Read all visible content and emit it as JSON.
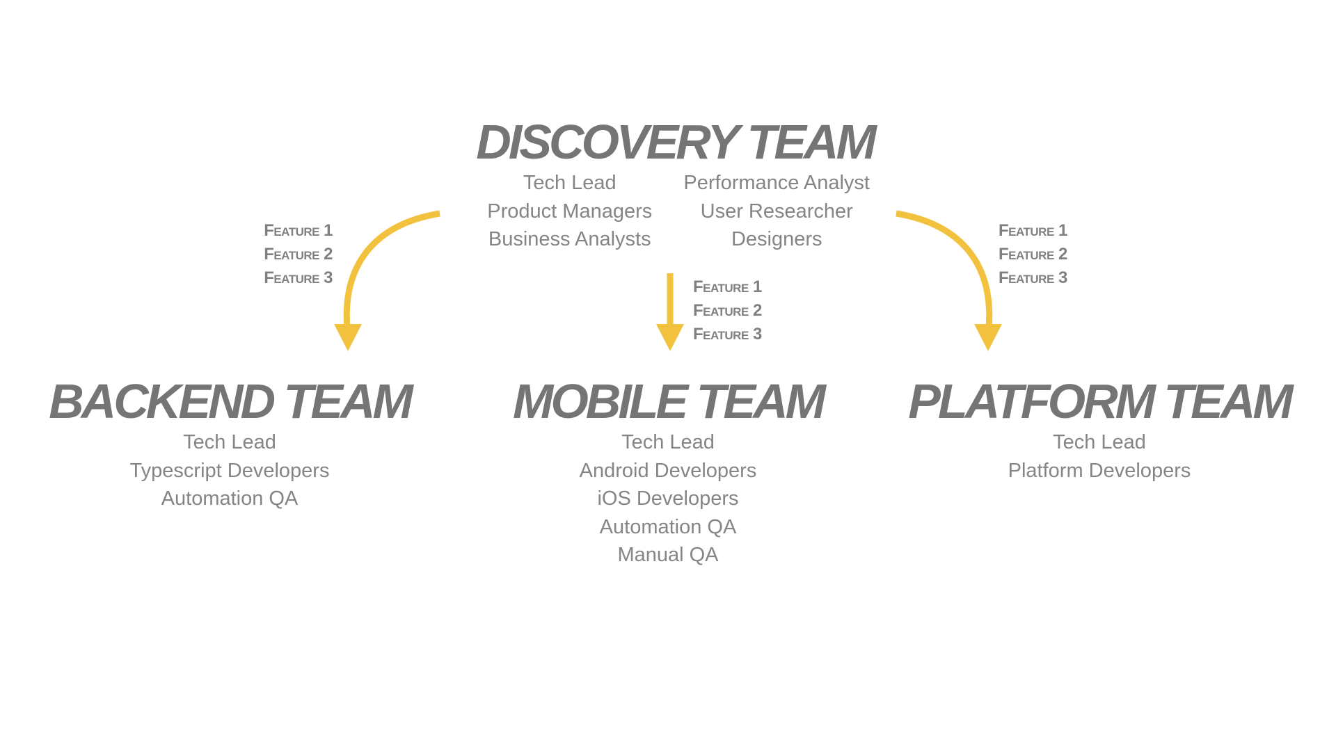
{
  "colors": {
    "arrow": "#F2C23E",
    "title": "#757575",
    "text": "#858585"
  },
  "discovery": {
    "title": "DISCOVERY TEAM",
    "roles_left": [
      "Tech Lead",
      "Product Managers",
      "Business Analysts"
    ],
    "roles_right": [
      "Performance Analyst",
      "User Researcher",
      "Designers"
    ]
  },
  "backend": {
    "title": "BACKEND TEAM",
    "roles": [
      "Tech Lead",
      "Typescript Developers",
      "Automation QA"
    ]
  },
  "mobile": {
    "title": "MOBILE TEAM",
    "roles": [
      "Tech Lead",
      "Android Developers",
      "iOS Developers",
      "Automation QA",
      "Manual QA"
    ]
  },
  "platform": {
    "title": "PLATFORM TEAM",
    "roles": [
      "Tech Lead",
      "Platform Developers"
    ]
  },
  "features_left": [
    "Feature 1",
    "Feature 2",
    "Feature 3"
  ],
  "features_center": [
    "Feature 1",
    "Feature 2",
    "Feature 3"
  ],
  "features_right": [
    "Feature 1",
    "Feature 2",
    "Feature 3"
  ]
}
